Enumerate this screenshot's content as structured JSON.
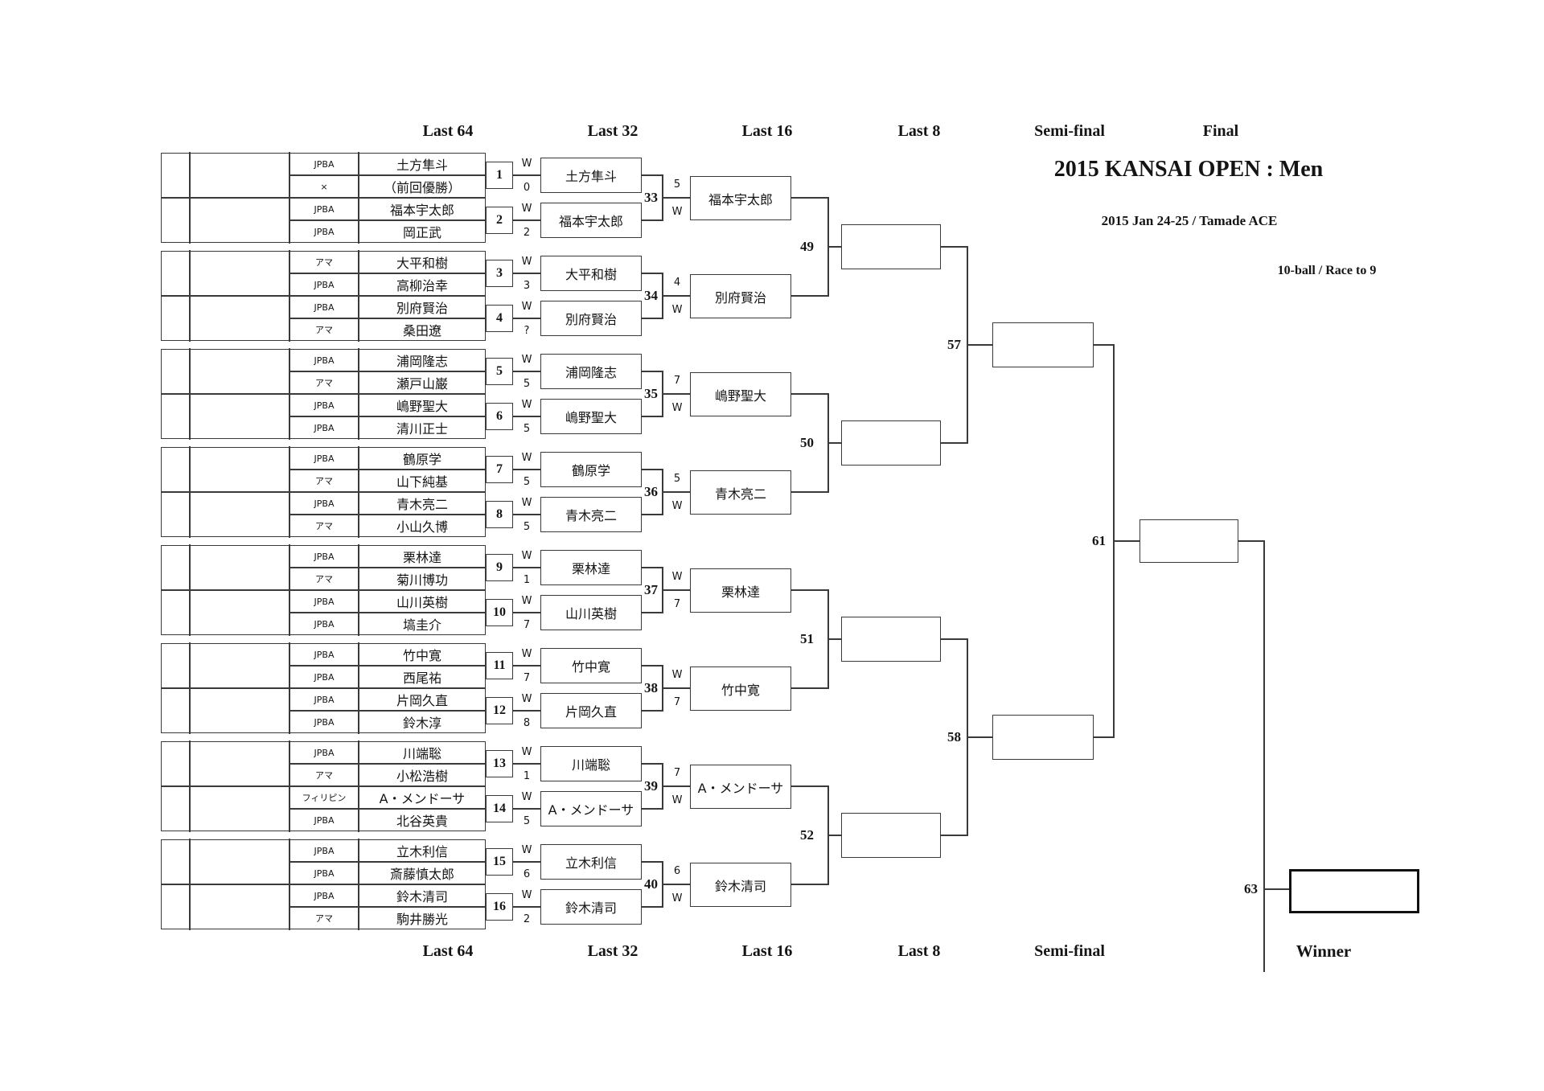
{
  "title": "2015 KANSAI OPEN : Men",
  "subtitle": "2015 Jan 24-25 / Tamade ACE",
  "format_note": "10-ball / Race to 9",
  "round_labels_top": [
    "Last 64",
    "Last 32",
    "Last 16",
    "Last 8",
    "Semi-final",
    "Final"
  ],
  "round_labels_bottom": [
    "Last 64",
    "Last 32",
    "Last 16",
    "Last 8",
    "Semi-final"
  ],
  "winner_label": "Winner",
  "groups": [
    {
      "matches": [
        {
          "no": "1",
          "players": [
            {
              "aff": "JPBA",
              "name": "土方隼斗"
            },
            {
              "aff": "×",
              "name": "（前回優勝）"
            }
          ],
          "scores": [
            "W",
            "0"
          ],
          "winner": "土方隼斗"
        },
        {
          "no": "2",
          "players": [
            {
              "aff": "JPBA",
              "name": "福本宇太郎"
            },
            {
              "aff": "JPBA",
              "name": "岡正武"
            }
          ],
          "scores": [
            "W",
            "2"
          ],
          "winner": "福本宇太郎"
        }
      ],
      "l32_match": {
        "no": "33",
        "scores": [
          "5",
          "W"
        ],
        "winner": "福本宇太郎"
      }
    },
    {
      "matches": [
        {
          "no": "3",
          "players": [
            {
              "aff": "アマ",
              "name": "大平和樹"
            },
            {
              "aff": "JPBA",
              "name": "高柳治幸"
            }
          ],
          "scores": [
            "W",
            "3"
          ],
          "winner": "大平和樹"
        },
        {
          "no": "4",
          "players": [
            {
              "aff": "JPBA",
              "name": "別府賢治"
            },
            {
              "aff": "アマ",
              "name": "桑田遼"
            }
          ],
          "scores": [
            "W",
            "?"
          ],
          "winner": "別府賢治"
        }
      ],
      "l32_match": {
        "no": "34",
        "scores": [
          "4",
          "W"
        ],
        "winner": "別府賢治"
      }
    },
    {
      "matches": [
        {
          "no": "5",
          "players": [
            {
              "aff": "JPBA",
              "name": "浦岡隆志"
            },
            {
              "aff": "アマ",
              "name": "瀬戸山巌"
            }
          ],
          "scores": [
            "W",
            "5"
          ],
          "winner": "浦岡隆志"
        },
        {
          "no": "6",
          "players": [
            {
              "aff": "JPBA",
              "name": "嶋野聖大"
            },
            {
              "aff": "JPBA",
              "name": "清川正士"
            }
          ],
          "scores": [
            "W",
            "5"
          ],
          "winner": "嶋野聖大"
        }
      ],
      "l32_match": {
        "no": "35",
        "scores": [
          "7",
          "W"
        ],
        "winner": "嶋野聖大"
      }
    },
    {
      "matches": [
        {
          "no": "7",
          "players": [
            {
              "aff": "JPBA",
              "name": "鶴原学"
            },
            {
              "aff": "アマ",
              "name": "山下純基"
            }
          ],
          "scores": [
            "W",
            "5"
          ],
          "winner": "鶴原学"
        },
        {
          "no": "8",
          "players": [
            {
              "aff": "JPBA",
              "name": "青木亮二"
            },
            {
              "aff": "アマ",
              "name": "小山久博"
            }
          ],
          "scores": [
            "W",
            "5"
          ],
          "winner": "青木亮二"
        }
      ],
      "l32_match": {
        "no": "36",
        "scores": [
          "5",
          "W"
        ],
        "winner": "青木亮二"
      }
    },
    {
      "matches": [
        {
          "no": "9",
          "players": [
            {
              "aff": "JPBA",
              "name": "栗林達"
            },
            {
              "aff": "アマ",
              "name": "菊川博功"
            }
          ],
          "scores": [
            "W",
            "1"
          ],
          "winner": "栗林達"
        },
        {
          "no": "10",
          "players": [
            {
              "aff": "JPBA",
              "name": "山川英樹"
            },
            {
              "aff": "JPBA",
              "name": "塙圭介"
            }
          ],
          "scores": [
            "W",
            "7"
          ],
          "winner": "山川英樹"
        }
      ],
      "l32_match": {
        "no": "37",
        "scores": [
          "W",
          "7"
        ],
        "winner": "栗林達"
      }
    },
    {
      "matches": [
        {
          "no": "11",
          "players": [
            {
              "aff": "JPBA",
              "name": "竹中寛"
            },
            {
              "aff": "JPBA",
              "name": "西尾祐"
            }
          ],
          "scores": [
            "W",
            "7"
          ],
          "winner": "竹中寛"
        },
        {
          "no": "12",
          "players": [
            {
              "aff": "JPBA",
              "name": "片岡久直"
            },
            {
              "aff": "JPBA",
              "name": "鈴木淳"
            }
          ],
          "scores": [
            "W",
            "8"
          ],
          "winner": "片岡久直"
        }
      ],
      "l32_match": {
        "no": "38",
        "scores": [
          "W",
          "7"
        ],
        "winner": "竹中寛"
      }
    },
    {
      "matches": [
        {
          "no": "13",
          "players": [
            {
              "aff": "JPBA",
              "name": "川端聡"
            },
            {
              "aff": "アマ",
              "name": "小松浩樹"
            }
          ],
          "scores": [
            "W",
            "1"
          ],
          "winner": "川端聡"
        },
        {
          "no": "14",
          "players": [
            {
              "aff": "フィリピン",
              "name": "A・メンドーサ"
            },
            {
              "aff": "JPBA",
              "name": "北谷英貴"
            }
          ],
          "scores": [
            "W",
            "5"
          ],
          "winner": "A・メンドーサ"
        }
      ],
      "l32_match": {
        "no": "39",
        "scores": [
          "7",
          "W"
        ],
        "winner": "A・メンドーサ"
      }
    },
    {
      "matches": [
        {
          "no": "15",
          "players": [
            {
              "aff": "JPBA",
              "name": "立木利信"
            },
            {
              "aff": "JPBA",
              "name": "斎藤慎太郎"
            }
          ],
          "scores": [
            "W",
            "6"
          ],
          "winner": "立木利信"
        },
        {
          "no": "16",
          "players": [
            {
              "aff": "JPBA",
              "name": "鈴木清司"
            },
            {
              "aff": "アマ",
              "name": "駒井勝光"
            }
          ],
          "scores": [
            "W",
            "2"
          ],
          "winner": "鈴木清司"
        }
      ],
      "l32_match": {
        "no": "40",
        "scores": [
          "6",
          "W"
        ],
        "winner": "鈴木清司"
      }
    }
  ],
  "l8_matches": [
    {
      "no": "49"
    },
    {
      "no": "50"
    },
    {
      "no": "51"
    },
    {
      "no": "52"
    }
  ],
  "sf_matches": [
    {
      "no": "57"
    },
    {
      "no": "58"
    }
  ],
  "final_match": {
    "no": "61"
  },
  "winner_match": {
    "no": "63"
  }
}
